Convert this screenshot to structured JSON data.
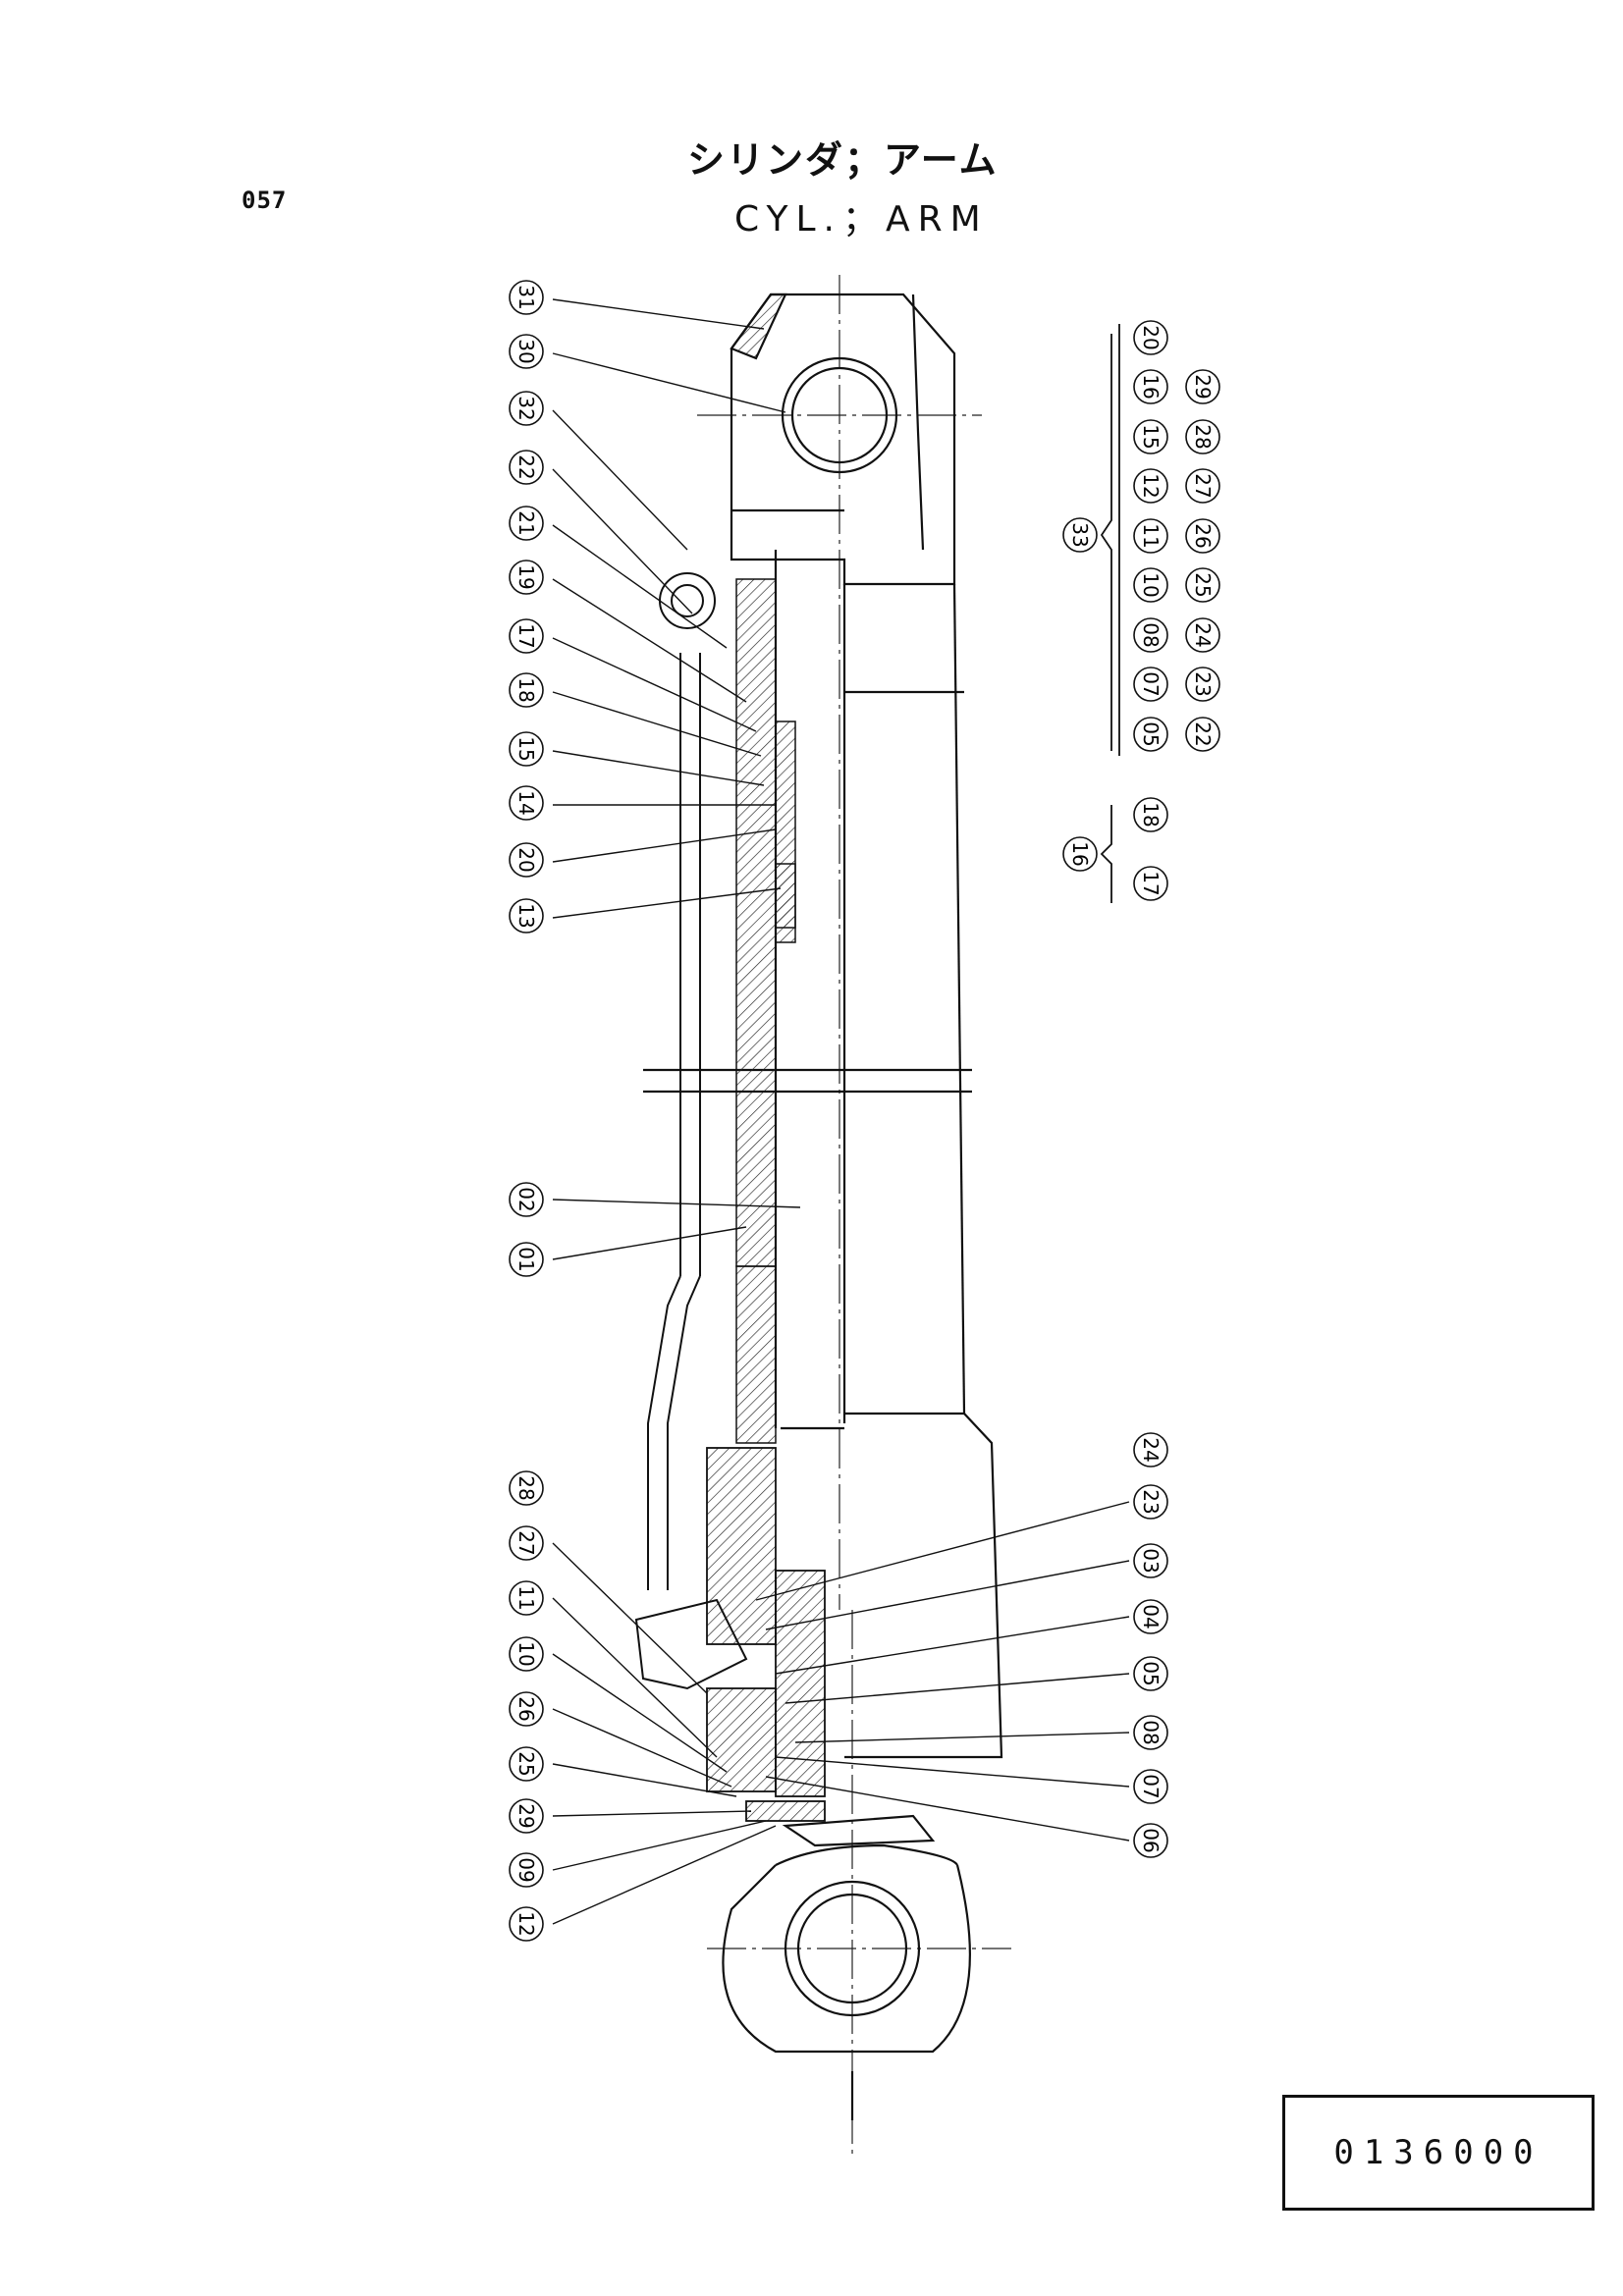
{
  "page_number": "057",
  "title_jp": "シリンダ；アーム",
  "title_en": "CYL.；ARM",
  "part_code": "0136000",
  "callouts": {
    "upper": [
      "31",
      "30",
      "32",
      "22",
      "21",
      "19",
      "17",
      "18",
      "15",
      "14",
      "20",
      "13"
    ],
    "middle": [
      "02",
      "01"
    ],
    "lower_left": [
      "28",
      "27",
      "11",
      "10",
      "26",
      "25",
      "29",
      "09",
      "12"
    ],
    "lower_right": [
      "24",
      "23",
      "03",
      "04",
      "05",
      "08",
      "07",
      "06"
    ]
  },
  "kits": [
    {
      "id": "33",
      "row1": [
        "05",
        "07",
        "08",
        "10",
        "11",
        "12",
        "15",
        "16",
        "20"
      ],
      "row2": [
        "22",
        "23",
        "24",
        "25",
        "26",
        "27",
        "28",
        "29"
      ]
    },
    {
      "id": "16",
      "row1": [
        "18"
      ],
      "row2": [
        "17"
      ]
    }
  ]
}
